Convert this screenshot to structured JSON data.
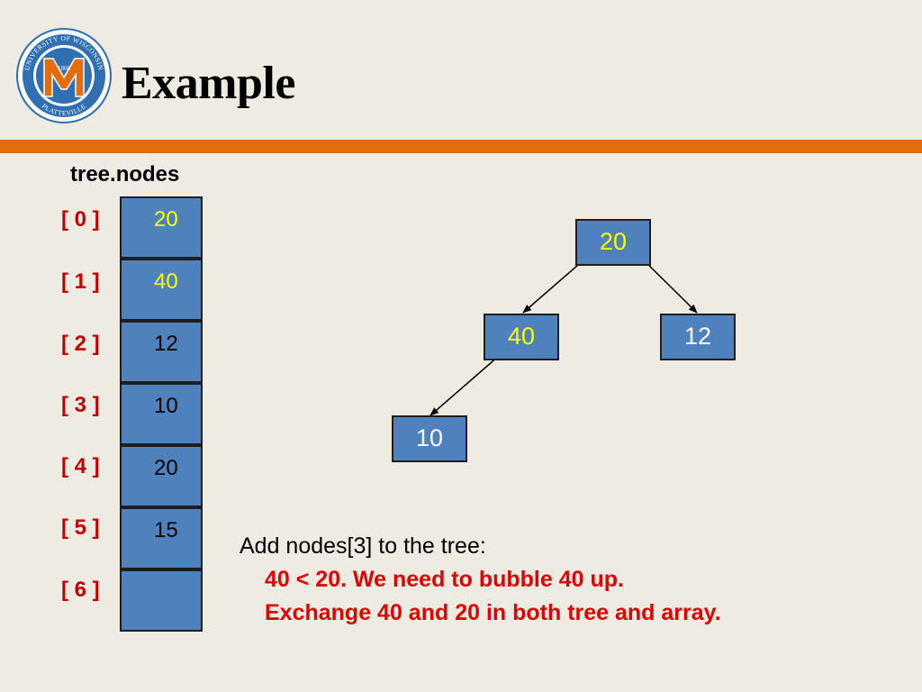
{
  "slide": {
    "title": "Example",
    "logo": {
      "icon": "uw-platteville-seal",
      "text_top": "UNIVERSITY OF WISCONSIN",
      "text_bottom": "PLATTEVILLE",
      "year": "1866",
      "letter": "M"
    }
  },
  "colors": {
    "accent_bar": "#e46c0a",
    "cell_fill": "#4f81bd",
    "index_red": "#c00000",
    "highlight_yellow": "#ffff00",
    "note_red": "#e00000"
  },
  "array": {
    "label": "tree.nodes",
    "cells": [
      {
        "index": "[ 0 ]",
        "value": "20",
        "highlight": true
      },
      {
        "index": "[ 1 ]",
        "value": "40",
        "highlight": true
      },
      {
        "index": "[ 2 ]",
        "value": "12",
        "highlight": false
      },
      {
        "index": "[ 3 ]",
        "value": "10",
        "highlight": false
      },
      {
        "index": "[ 4 ]",
        "value": "20",
        "highlight": false
      },
      {
        "index": "[ 5 ]",
        "value": "15",
        "highlight": false
      },
      {
        "index": "[ 6 ]",
        "value": "",
        "highlight": false
      }
    ]
  },
  "tree": {
    "nodes": [
      {
        "id": "root",
        "value": "20",
        "highlight": true
      },
      {
        "id": "left",
        "value": "40",
        "highlight": true
      },
      {
        "id": "right",
        "value": "12",
        "highlight": false
      },
      {
        "id": "left-left",
        "value": "10",
        "highlight": false
      }
    ],
    "edges": [
      {
        "from": "root",
        "to": "left"
      },
      {
        "from": "root",
        "to": "right"
      },
      {
        "from": "left",
        "to": "left-left"
      }
    ]
  },
  "note": {
    "line1": "Add nodes[3] to the tree:",
    "line2": "40 < 20.  We need to bubble 40 up.",
    "line3": "Exchange 40 and 20 in both tree and array."
  }
}
